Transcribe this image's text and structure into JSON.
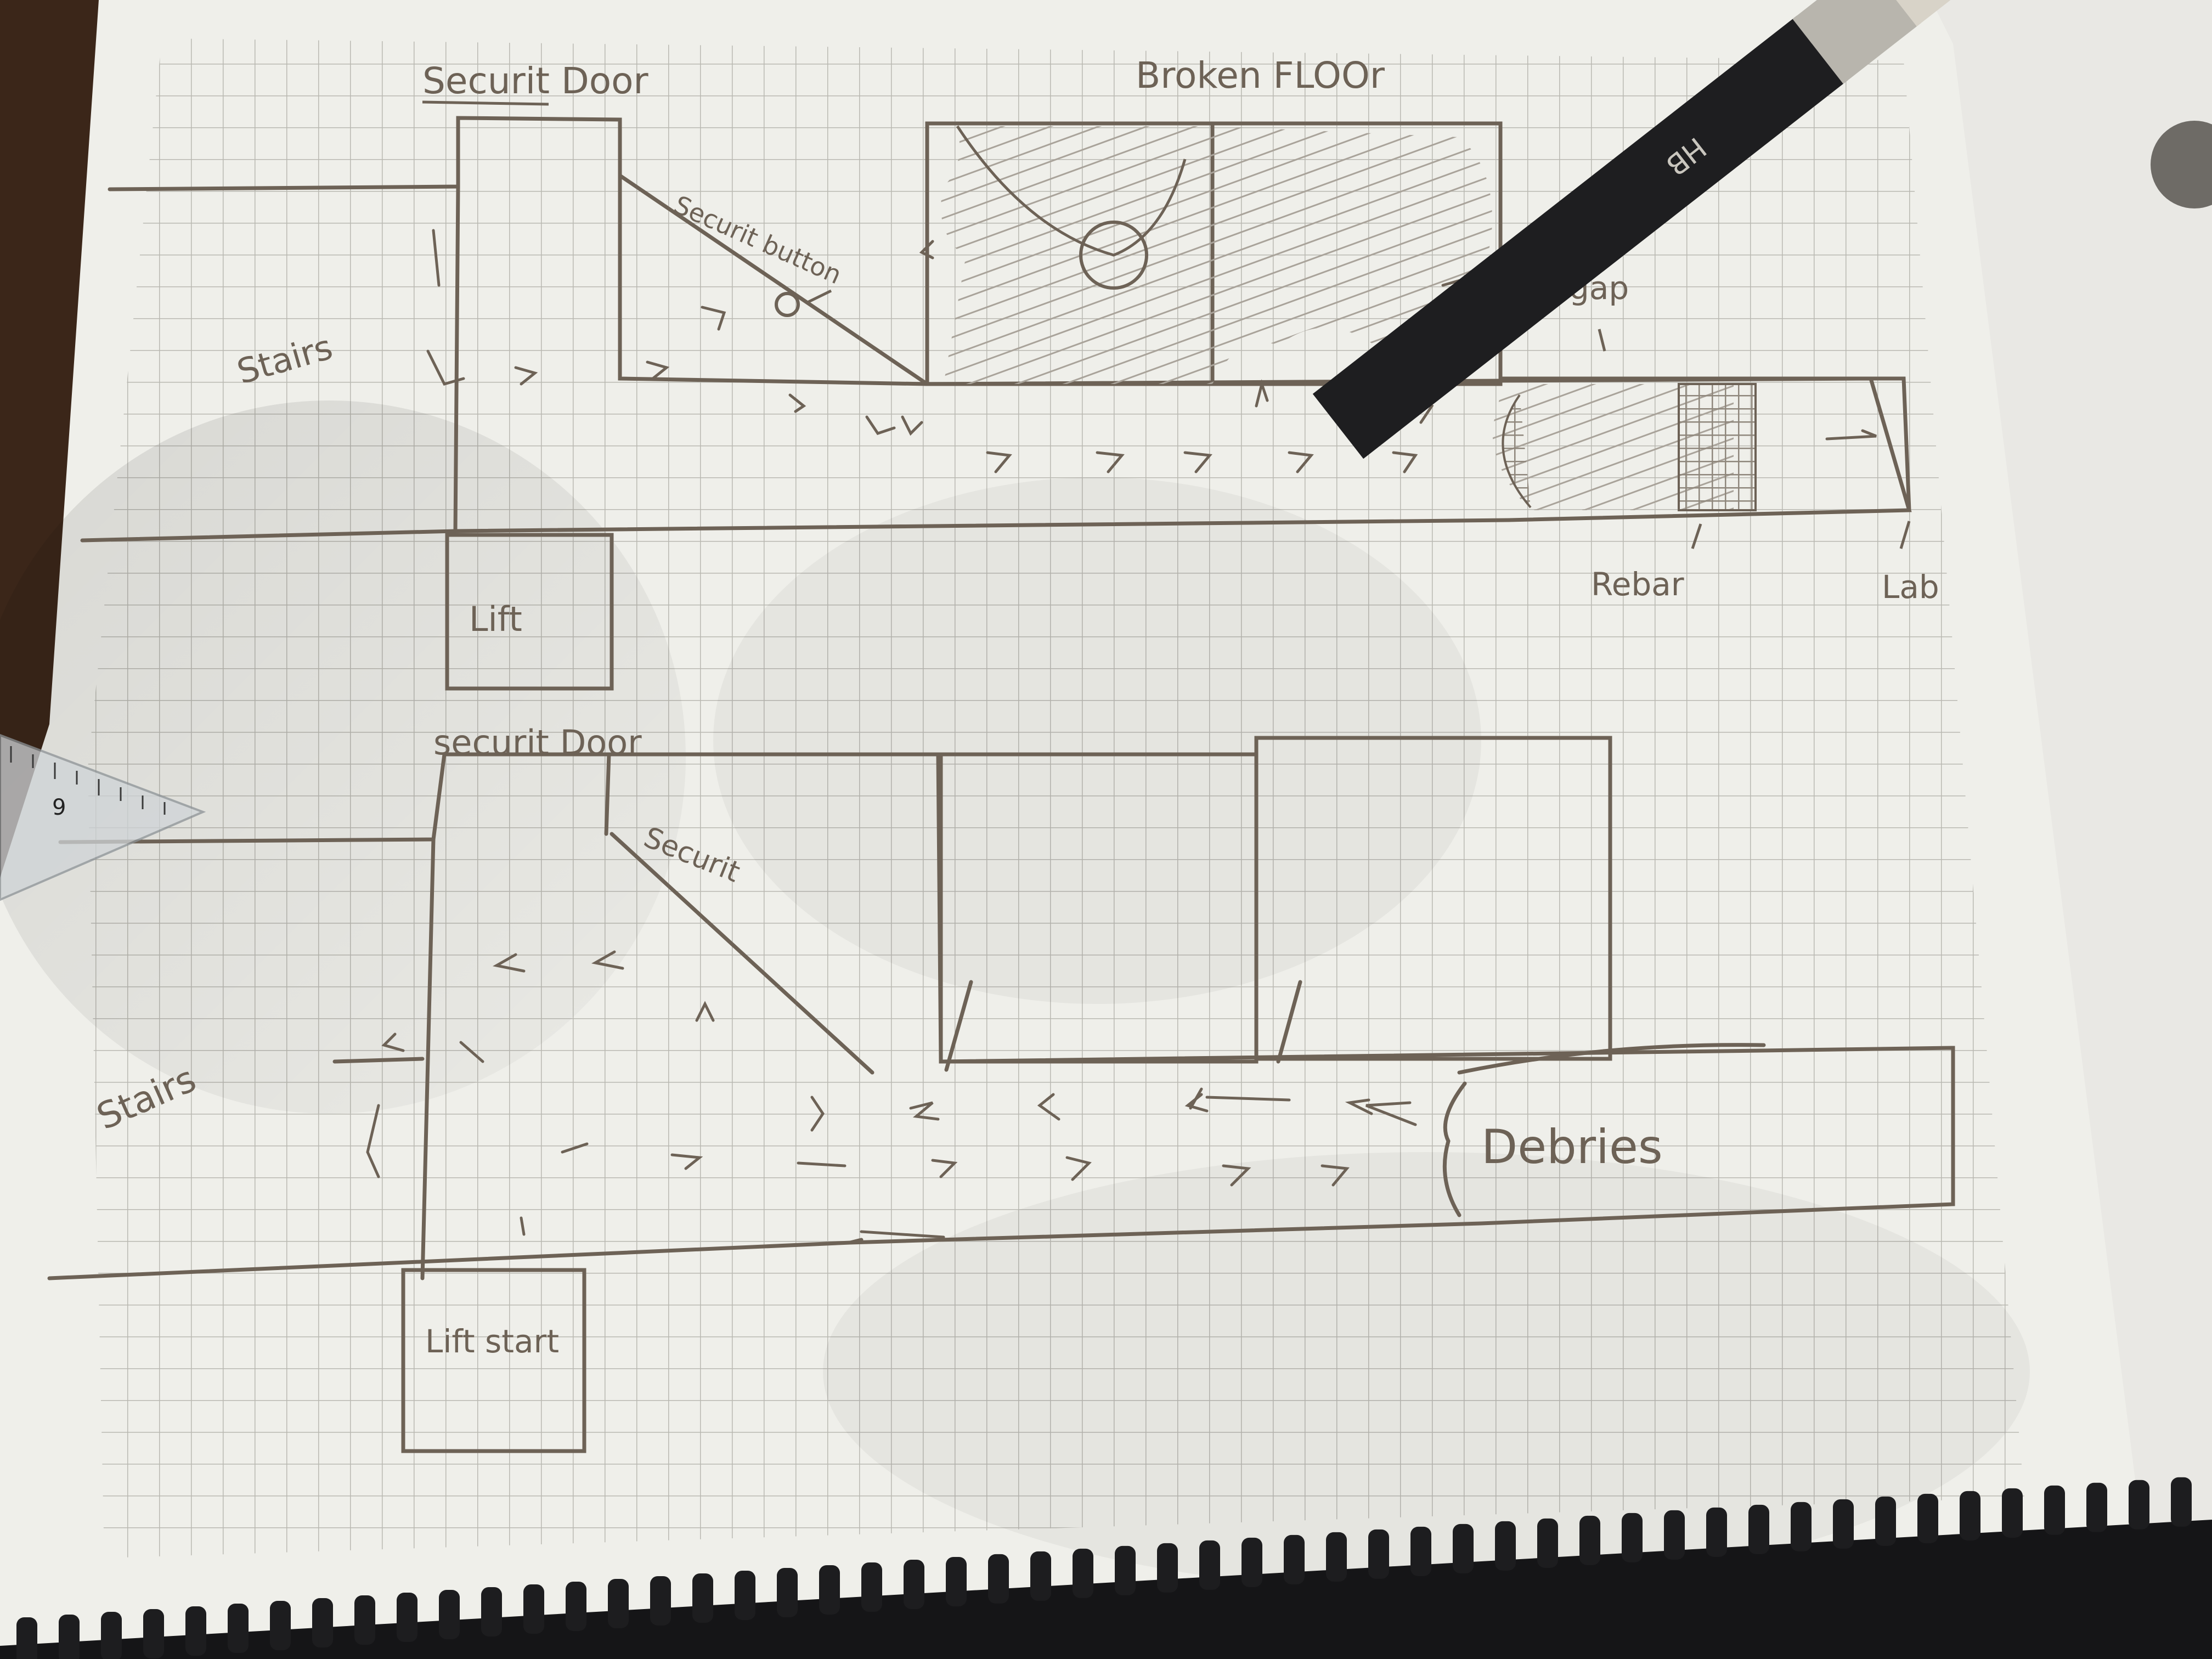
{
  "notebook": {
    "colors": {
      "desk": "#3b2619",
      "paper": "#efefea",
      "grid": "#b9b8b1",
      "pencil": "#6d6256",
      "shade": "#a9a39a",
      "spiral": "#1d1d1f",
      "shadow": "#9f9c95"
    }
  },
  "upper_floor": {
    "label_security_door": "Securit Door",
    "label_broken_floor": "Broken FLOOr",
    "label_security_button": "Securit button",
    "label_stairs": "Stairs",
    "label_gap": "gap",
    "label_lift": "Lift",
    "label_rebar": "Rebar",
    "label_lab": "Lab"
  },
  "lower_floor": {
    "label_security_door": "securit Door",
    "label_security": "Securit",
    "label_stairs": "Stairs",
    "label_debries": "Debries",
    "label_lift_start": "Lift start"
  },
  "pencil": {
    "label": "HB"
  },
  "ruler": {
    "label": "9"
  }
}
